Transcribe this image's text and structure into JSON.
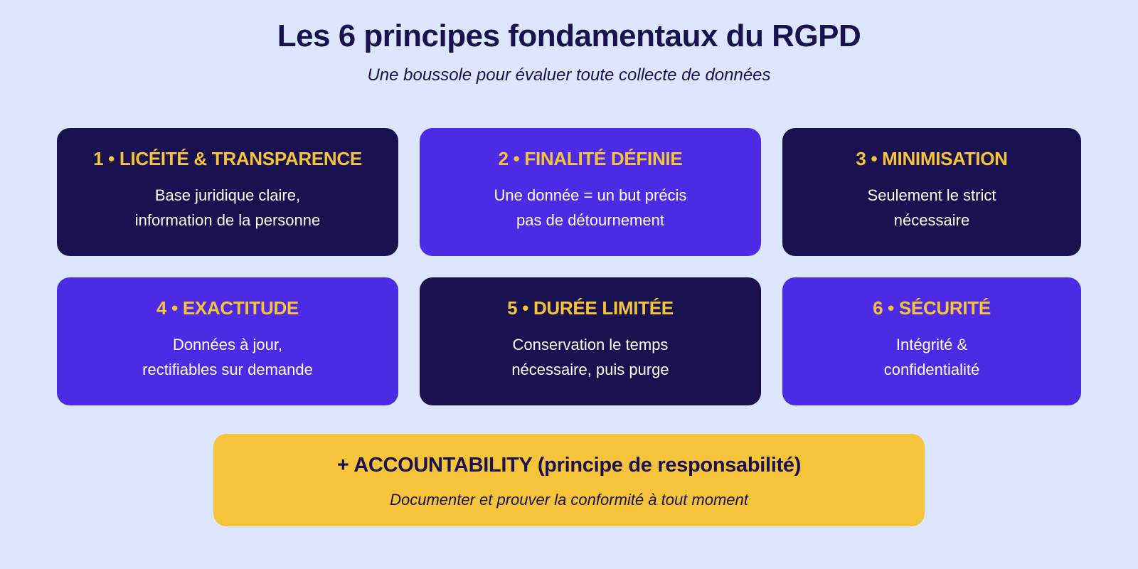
{
  "header": {
    "title": "Les 6 principes fondamentaux du RGPD",
    "subtitle": "Une boussole pour évaluer toute collecte de données"
  },
  "principles": [
    {
      "heading": "1 • LICÉITÉ & TRANSPARENCE",
      "line1": "Base juridique claire,",
      "line2": "information de la personne"
    },
    {
      "heading": "2 • FINALITÉ DÉFINIE",
      "line1": "Une donnée = un but précis",
      "line2": "pas de détournement"
    },
    {
      "heading": "3 • MINIMISATION",
      "line1": "Seulement le strict",
      "line2": "nécessaire"
    },
    {
      "heading": "4 • EXACTITUDE",
      "line1": "Données à jour,",
      "line2": "rectifiables sur demande"
    },
    {
      "heading": "5 • DURÉE LIMITÉE",
      "line1": "Conservation le temps",
      "line2": "nécessaire, puis purge"
    },
    {
      "heading": "6 • SÉCURITÉ",
      "line1": "Intégrité &",
      "line2": "confidentialité"
    }
  ],
  "accountability": {
    "heading": "+ ACCOUNTABILITY (principe de responsabilité)",
    "description": "Documenter et prouver la conformité à tout moment"
  },
  "colors": {
    "background": "#dce6fd",
    "dark_card": "#1a1150",
    "violet_card": "#4d2be4",
    "accent_yellow": "#f5c43b",
    "card_text": "#ffffff"
  }
}
